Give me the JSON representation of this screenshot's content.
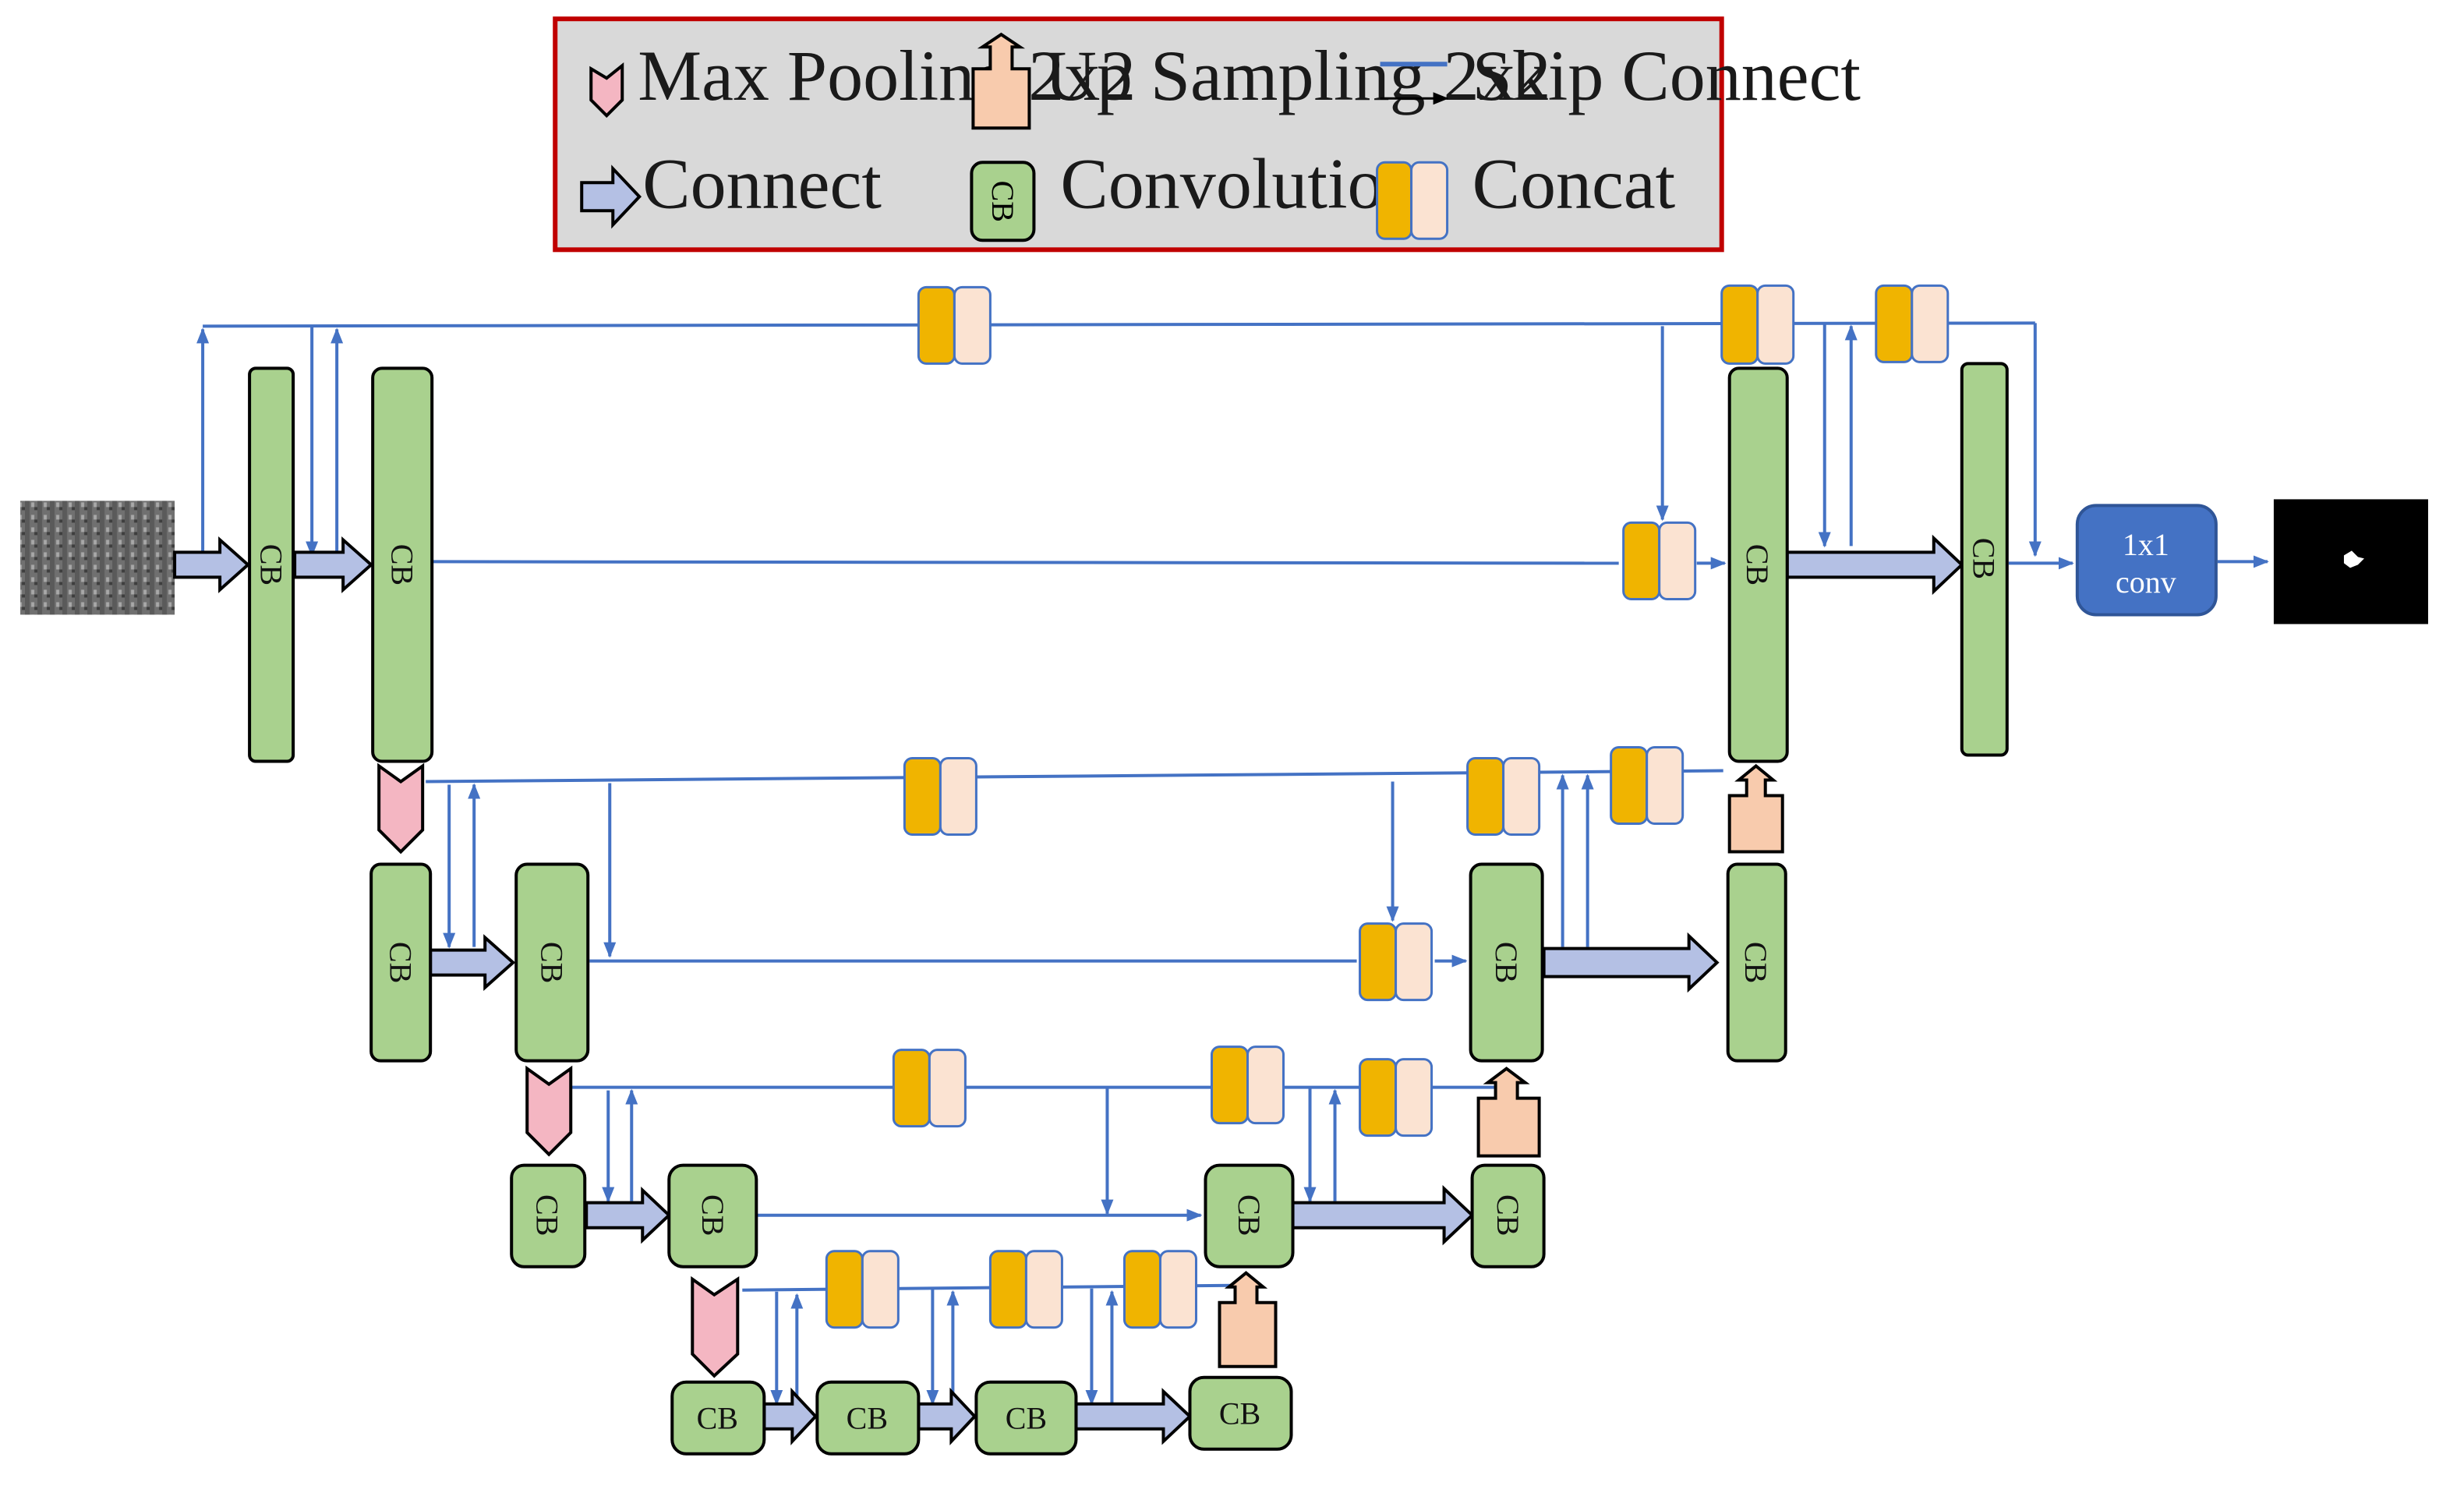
{
  "legend": {
    "max_pooling": "Max Pooling 2x2",
    "up_sampling": "Up Sampling 2x2",
    "skip_connect": "Skip Connect",
    "connect": "Connect",
    "convolution": "Convolution",
    "concat": "Concat",
    "cb_icon_label": "CB"
  },
  "blocks": {
    "cb_label": "CB",
    "final_conv_line1": "1x1",
    "final_conv_line2": "conv"
  },
  "colors": {
    "cb_fill": "#a9d18e",
    "pool_fill": "#f4b6c2",
    "up_fill": "#f8cbad",
    "concat_left": "#f0b400",
    "concat_right": "#fbe3d2",
    "skip_line": "#4472c4",
    "connect_arrow": "#b4c0e4",
    "legend_border": "#c00000",
    "legend_bg": "#d9d9d9",
    "final_conv": "#4472c4"
  }
}
